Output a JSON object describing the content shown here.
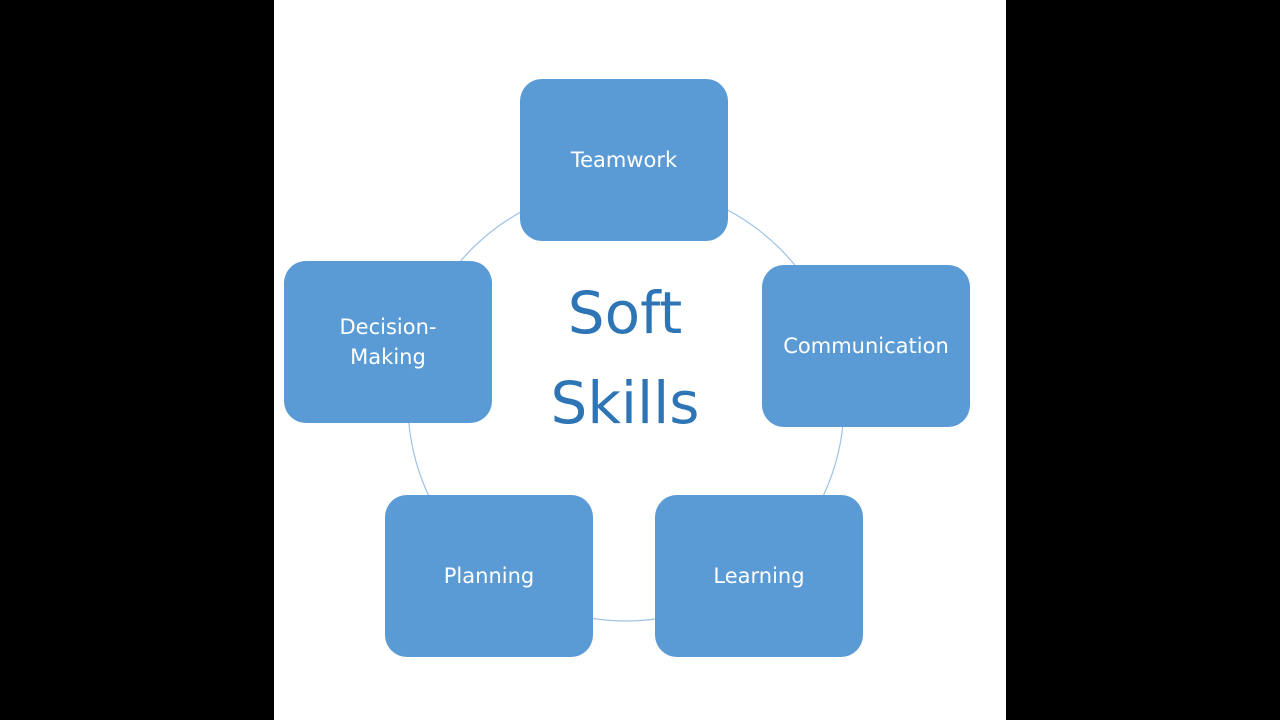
{
  "diagram": {
    "center": {
      "line1": "Soft",
      "line2": "Skills"
    },
    "nodes": {
      "teamwork": "Teamwork",
      "communication": "Communication",
      "learning": "Learning",
      "planning": "Planning",
      "decision_line1": "Decision-",
      "decision_line2": "Making"
    }
  },
  "colors": {
    "background": "#000000",
    "slide": "#ffffff",
    "node_fill": "#5b9bd5",
    "title_text": "#2e75b6",
    "ring_stroke": "#9dc3e6"
  }
}
